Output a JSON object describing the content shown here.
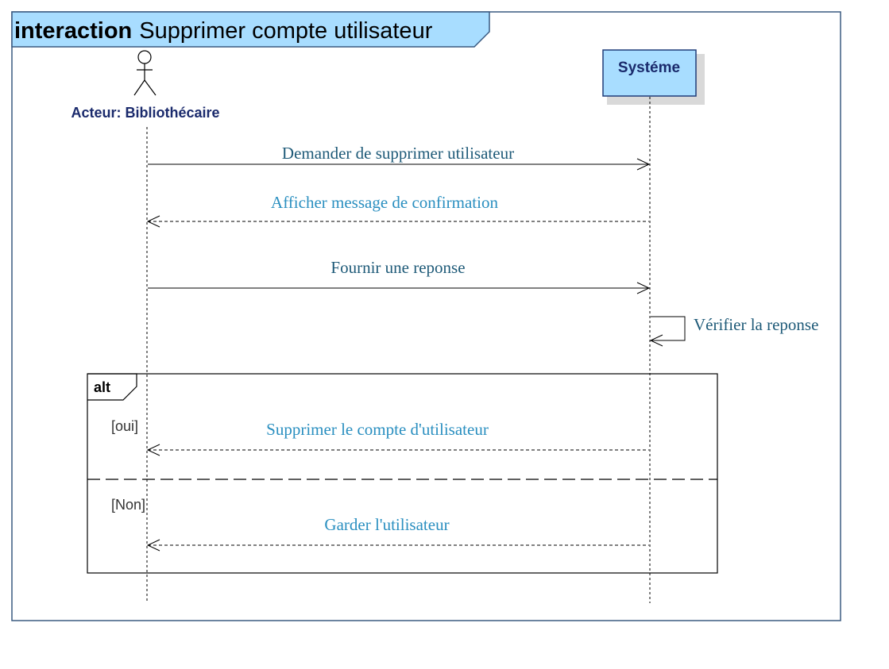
{
  "frame": {
    "keyword": "interaction",
    "title": "Supprimer compte utilisateur"
  },
  "lifelines": {
    "actor": {
      "label": "Acteur: Bibliothécaire",
      "icon": "stick-figure-icon"
    },
    "system": {
      "label": "Systéme"
    }
  },
  "messages": [
    {
      "label": "Demander de supprimer utilisateur",
      "from": "actor",
      "to": "system",
      "kind": "sync"
    },
    {
      "label": "Afficher message de confirmation",
      "from": "system",
      "to": "actor",
      "kind": "reply"
    },
    {
      "label": "Fournir une reponse",
      "from": "actor",
      "to": "system",
      "kind": "sync"
    },
    {
      "label": "Vérifier la reponse",
      "from": "system",
      "to": "system",
      "kind": "self"
    }
  ],
  "fragment": {
    "operator": "alt",
    "operands": [
      {
        "guard": "[oui]",
        "message": {
          "label": "Supprimer le compte d'utilisateur",
          "from": "system",
          "to": "actor",
          "kind": "reply"
        }
      },
      {
        "guard": "[Non]",
        "message": {
          "label": "Garder l'utilisateur",
          "from": "system",
          "to": "actor",
          "kind": "reply"
        }
      }
    ]
  },
  "colors": {
    "frame_border": "#3a5a80",
    "frame_tab_fill": "#a8ddff",
    "system_box_fill": "#a8ddff",
    "system_box_border": "#1f3c78",
    "actor_label": "#1a2a6c",
    "sync_message_text": "#1e5a78",
    "reply_message_text": "#2a8fc0"
  }
}
